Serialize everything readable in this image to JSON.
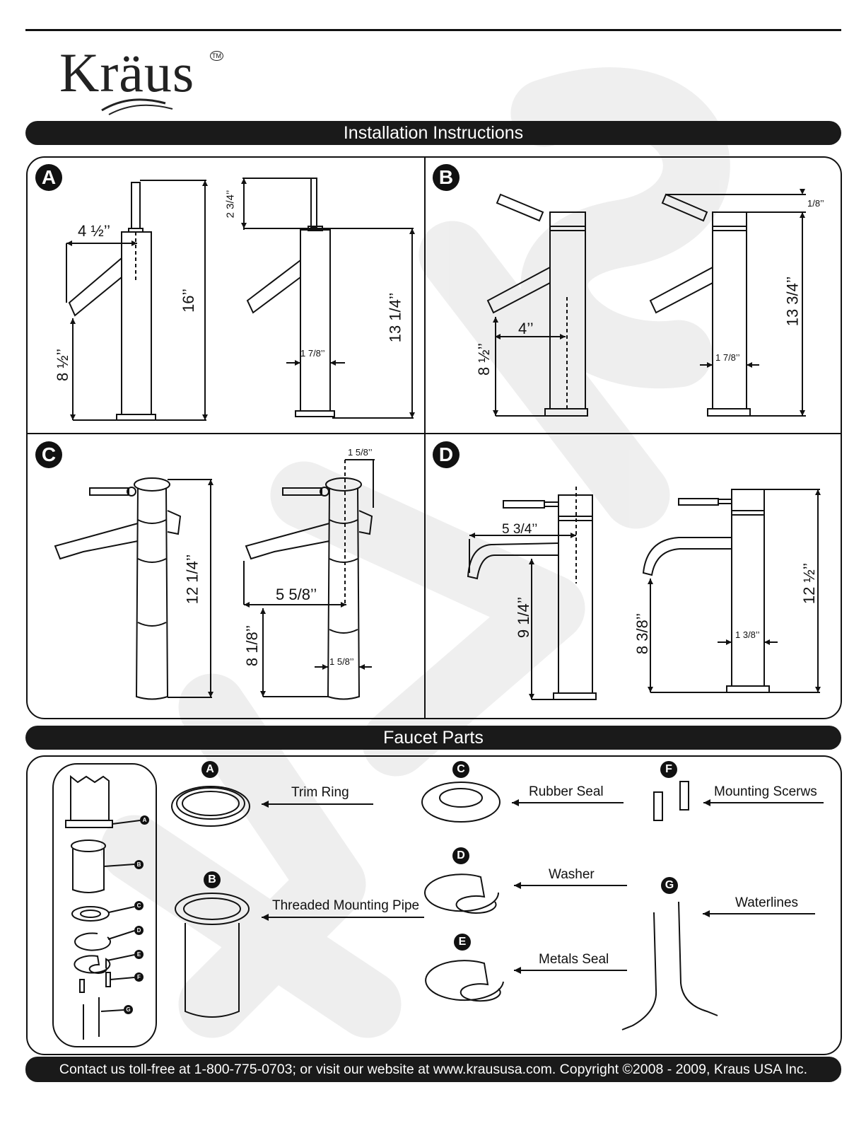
{
  "brand": {
    "name": "Kräus",
    "trademark": "TM"
  },
  "headers": {
    "installation": "Installation Instructions",
    "parts": "Faucet Parts"
  },
  "footer": "Contact us toll-free at 1-800-775-0703; or visit our website at www.kraususa.com. Copyright ©2008 - 2009, Kraus USA Inc.",
  "sections": {
    "A": {
      "label": "A",
      "dims": {
        "spout_reach": "4 ½’’",
        "height_total": "16’’",
        "spout_height": "8 ½’’",
        "handle_height": "2 3/4’’",
        "body_height": "13 1/4’’",
        "body_width": "1 7/8’’"
      }
    },
    "B": {
      "label": "B",
      "dims": {
        "spout_reach": "4’’",
        "spout_height": "8 ½’’",
        "handle_offset": "1/8’’",
        "body_height": "13 3/4’’",
        "body_width": "1 7/8’’"
      }
    },
    "C": {
      "label": "C",
      "dims": {
        "height_total": "12 1/4’’",
        "top_width": "1 5/8’’",
        "spout_reach": "5 5/8’’",
        "spout_height": "8 1/8’’",
        "base_width": "1 5/8’’"
      }
    },
    "D": {
      "label": "D",
      "dims": {
        "spout_reach": "5 3/4’’",
        "spout_height": "9 1/4’’",
        "spout_height_2": "8 3/8’’",
        "body_width": "1 3/8’’",
        "height_total": "12 ½’’"
      }
    }
  },
  "parts": [
    {
      "key": "A",
      "name": "Trim Ring"
    },
    {
      "key": "B",
      "name": "Threaded Mounting Pipe"
    },
    {
      "key": "C",
      "name": "Rubber Seal"
    },
    {
      "key": "D",
      "name": "Washer"
    },
    {
      "key": "E",
      "name": "Metals Seal"
    },
    {
      "key": "F",
      "name": "Mounting Scerws"
    },
    {
      "key": "G",
      "name": "Waterlines"
    }
  ]
}
